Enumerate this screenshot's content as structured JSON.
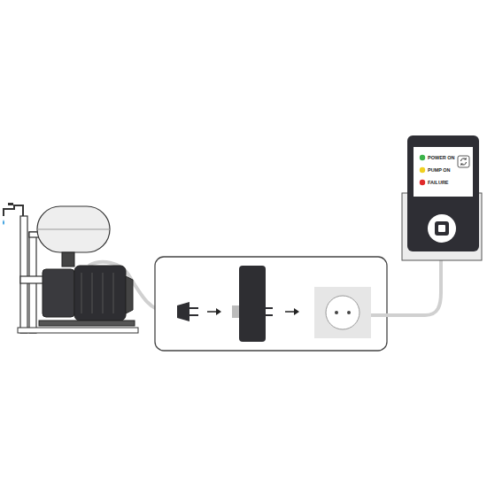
{
  "diagram": {
    "nodes": [
      {
        "text": [
          "POWER ON",
          "PUMP ON",
          "FAILURE"
        ]
      }
    ]
  }
}
